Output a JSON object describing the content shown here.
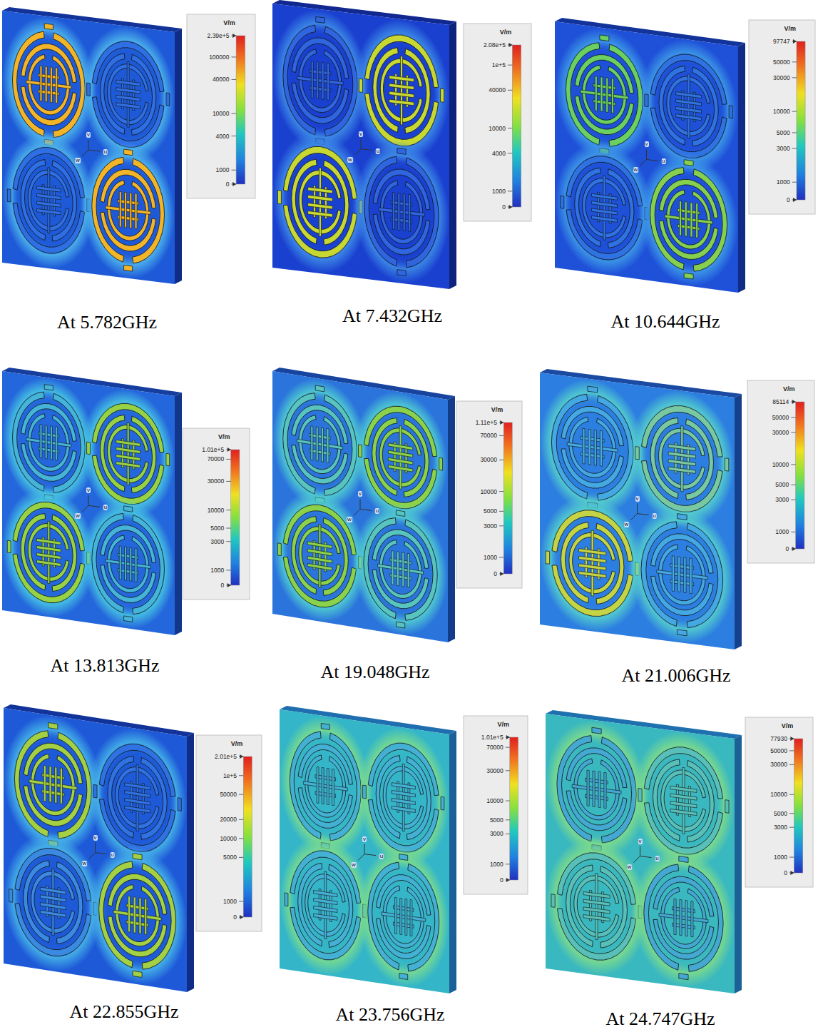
{
  "diagram": {
    "labels": [
      "V/m",
      "2.39e+5",
      "100000",
      "40000",
      "10000",
      "4000",
      "1000",
      "0",
      "v",
      "u",
      "w",
      "At 5.782GHz",
      "V/m",
      "2.08e+5",
      "1e+5",
      "40000",
      "10000",
      "4000",
      "1000",
      "0",
      "v",
      "u",
      "w",
      "At 7.432GHz",
      "V/m",
      "97747",
      "50000",
      "30000",
      "10000",
      "5000",
      "3000",
      "1000",
      "0",
      "v",
      "u",
      "w",
      "At 10.644GHz",
      "V/m",
      "1.01e+5",
      "70000",
      "30000",
      "10000",
      "5000",
      "3000",
      "1000",
      "0",
      "v",
      "u",
      "w",
      "At 13.813GHz",
      "V/m",
      "1.11e+5",
      "70000",
      "30000",
      "10000",
      "5000",
      "3000",
      "1000",
      "0",
      "v",
      "u",
      "w",
      "At 19.048GHz",
      "V/m",
      "85114",
      "50000",
      "30000",
      "10000",
      "5000",
      "3000",
      "1000",
      "0",
      "v",
      "u",
      "w",
      "At 21.006GHz",
      "V/m",
      "2.01e+5",
      "1e+5",
      "50000",
      "20000",
      "10000",
      "5000",
      "1000",
      "0",
      "v",
      "u",
      "w",
      "At 22.855GHz",
      "V/m",
      "1.01e+5",
      "70000",
      "30000",
      "10000",
      "5000",
      "3000",
      "1000",
      "0",
      "v",
      "u",
      "w",
      "At 23.756GHz",
      "V/m",
      "77930",
      "50000",
      "30000",
      "10000",
      "5000",
      "3000",
      "1000",
      "0",
      "v",
      "u",
      "w",
      "At 24.747GHz"
    ]
  }
}
